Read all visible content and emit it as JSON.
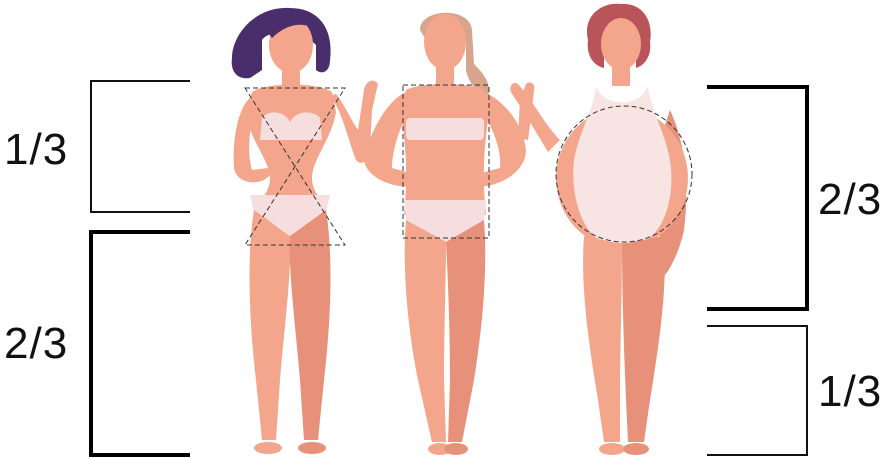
{
  "left_scale": {
    "upper_label": "1/3",
    "lower_label": "2/3"
  },
  "right_scale": {
    "upper_label": "2/3",
    "lower_label": "1/3"
  },
  "figures": [
    {
      "hair_color": "#4a2d6b",
      "guide_shape": "hourglass-x",
      "underwear_color": "#f6dede"
    },
    {
      "hair_color": "#d8a48c",
      "guide_shape": "rectangle",
      "underwear_color": "#f6dede"
    },
    {
      "hair_color": "#b8545a",
      "guide_shape": "circle",
      "underwear_color": "#f8e4e2"
    }
  ],
  "colors": {
    "skin": "#f4a68c",
    "skin_shadow": "#e8917a",
    "bracket_thin": "#111111",
    "bracket_thick": "#000000",
    "guide_dash": "#333333"
  }
}
